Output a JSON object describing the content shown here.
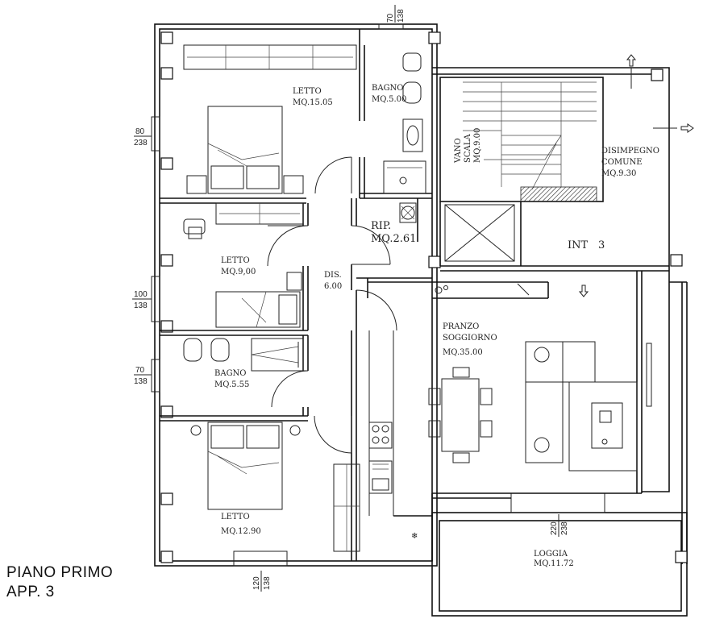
{
  "caption": {
    "floor": "PIANO PRIMO",
    "unit": "APP. 3"
  },
  "rooms": {
    "letto1": {
      "name": "LETTO",
      "area": "MQ.15.05"
    },
    "bagno1": {
      "name": "BAGNO",
      "area": "MQ.5.00"
    },
    "vano_scala": {
      "name1": "VANO",
      "name2": "SCALA",
      "area": "MQ.9.00"
    },
    "disimpegno": {
      "name1": "DISIMPEGNO",
      "name2": "COMUNE",
      "area": "MQ.9.30"
    },
    "rip": {
      "name": "RIP.",
      "area": "MQ.2.61"
    },
    "int": {
      "label": "INT",
      "number": "3"
    },
    "letto2": {
      "name": "LETTO",
      "area": "MQ.9,00"
    },
    "dis": {
      "name": "DIS.",
      "area": "6.00"
    },
    "pranzo": {
      "name1": "PRANZO",
      "name2": "SOGGIORNO",
      "area": "MQ.35.00"
    },
    "bagno2": {
      "name": "BAGNO",
      "area": "MQ.5.55"
    },
    "letto3": {
      "name": "LETTO",
      "area": "MQ.12.90"
    },
    "loggia": {
      "name": "LOGGIA",
      "area": "MQ.11.72"
    }
  },
  "dimensions": {
    "top_window": {
      "w": "70",
      "h": "138"
    },
    "left_window1": {
      "w": "80",
      "h": "238"
    },
    "left_window2": {
      "w": "100",
      "h": "138"
    },
    "left_window3": {
      "w": "70",
      "h": "138"
    },
    "bottom_window": {
      "w": "120",
      "h": "138"
    },
    "loggia_door": {
      "w": "220",
      "h": "238"
    }
  }
}
